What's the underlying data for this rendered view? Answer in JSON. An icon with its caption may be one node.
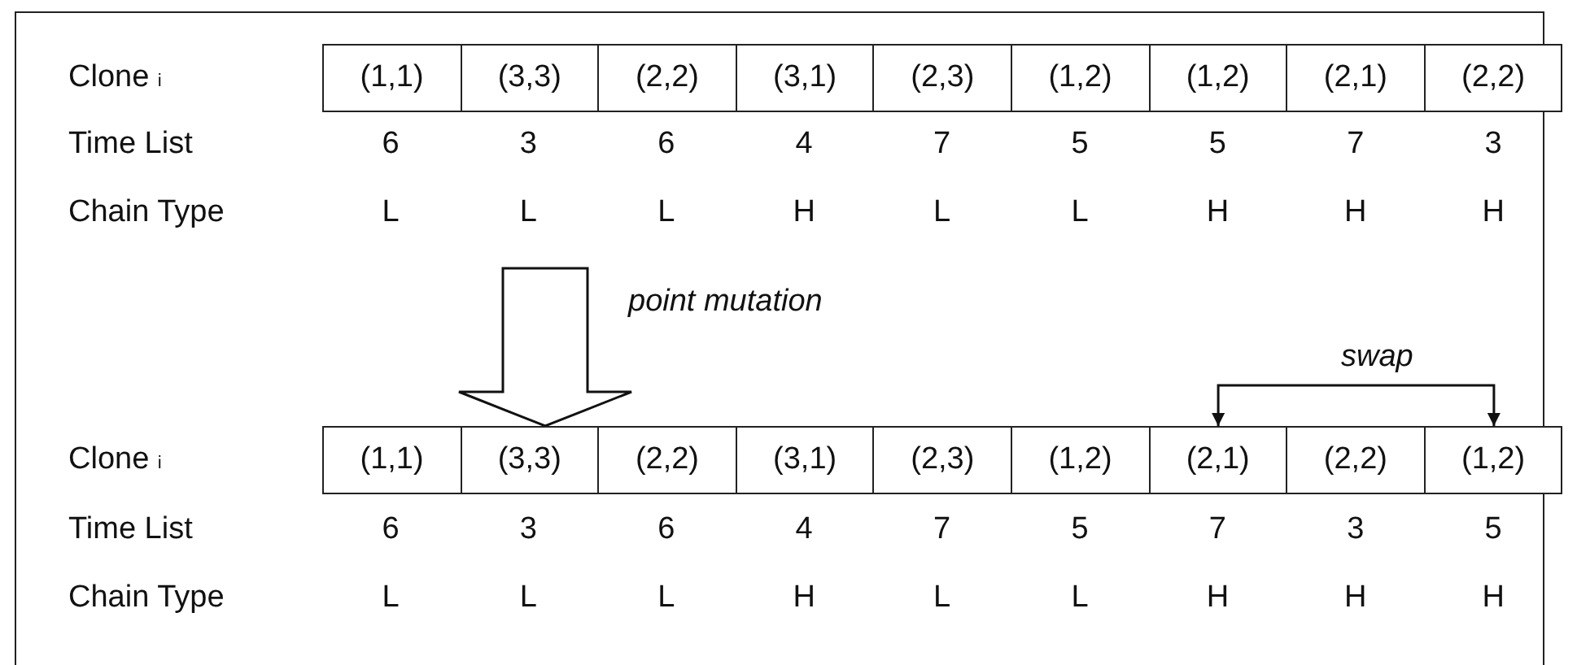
{
  "diagram": {
    "nodes": [
      {
        "text": [],
        "shape": "box"
      },
      {
        "text": [
          "(1,1)"
        ],
        "in": 0
      },
      {
        "text": [
          "(3,3)"
        ],
        "in": 0
      },
      {
        "text": [
          "(2,2)"
        ],
        "in": 0
      },
      {
        "text": [
          "(3,1)"
        ],
        "in": 0
      },
      {
        "text": [
          "(2,3)"
        ],
        "in": 0
      },
      {
        "text": [
          "(1,2)"
        ],
        "in": 0
      },
      {
        "text": [
          "(1,2)"
        ],
        "in": 0
      },
      {
        "text": [
          "(2,1)"
        ],
        "in": 0
      },
      {
        "text": [
          "(2,2)"
        ],
        "in": 0
      },
      {
        "text": [],
        "shape": "box"
      },
      {
        "text": [
          "(1,1)"
        ],
        "in": 10
      },
      {
        "text": [
          "(3,3)"
        ],
        "in": 10
      },
      {
        "text": [
          "(2,2)"
        ],
        "in": 10
      },
      {
        "text": [
          "(3,1)"
        ],
        "in": 10
      },
      {
        "text": [
          "(2,3)"
        ],
        "in": 10
      },
      {
        "text": [
          "(1,2)"
        ],
        "in": 10
      },
      {
        "text": [
          "(2,1)"
        ],
        "in": 10
      },
      {
        "text": [
          "(2,2)"
        ],
        "in": 10
      },
      {
        "text": [
          "(1,2)"
        ],
        "in": 10
      }
    ],
    "edges": [
      {
        "from": null,
        "to": 10,
        "arrow": "to",
        "label": "point mutation",
        "style": "thick"
      },
      {
        "from": 17,
        "to": 19,
        "arrow": "both",
        "label": "swap"
      }
    ],
    "labels": [
      "Clone $_{i}$",
      "Time List",
      "6",
      "3",
      "6",
      "4",
      "7",
      "5",
      "5",
      "7",
      "3",
      "Chain Type",
      "L",
      "L",
      "L",
      "H",
      "L",
      "L",
      "H",
      "H",
      "H",
      "Clone $_{i}$",
      "Time List",
      "6",
      "3",
      "6",
      "4",
      "7",
      "5",
      "7",
      "3",
      "5",
      "Chain Type",
      "L",
      "L",
      "L",
      "H",
      "L",
      "L",
      "H",
      "H",
      "H"
    ]
  }
}
